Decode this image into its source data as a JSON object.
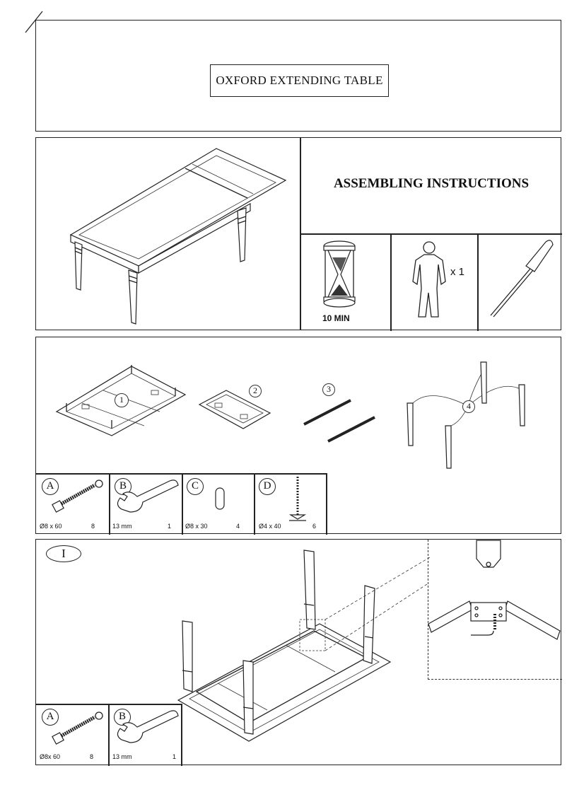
{
  "title": "OXFORD EXTENDING TABLE",
  "header": {
    "heading": "ASSEMBLING INSTRUCTIONS"
  },
  "requirements": {
    "time": "10 MIN",
    "persons": "x 1"
  },
  "parts": [
    {
      "num": "1"
    },
    {
      "num": "2"
    },
    {
      "num": "3"
    },
    {
      "num": "4"
    }
  ],
  "hardware": [
    {
      "letter": "A",
      "size": "Ø8 x 60",
      "qty": "8"
    },
    {
      "letter": "B",
      "size": "13 mm",
      "qty": "1"
    },
    {
      "letter": "C",
      "size": "Ø8 x 30",
      "qty": "4"
    },
    {
      "letter": "D",
      "size": "Ø4 x 40",
      "qty": "6"
    }
  ],
  "step": {
    "label": "I",
    "hardware": [
      {
        "letter": "A",
        "size": "Ø8x 60",
        "qty": "8"
      },
      {
        "letter": "B",
        "size": "13 mm",
        "qty": "1"
      }
    ]
  }
}
